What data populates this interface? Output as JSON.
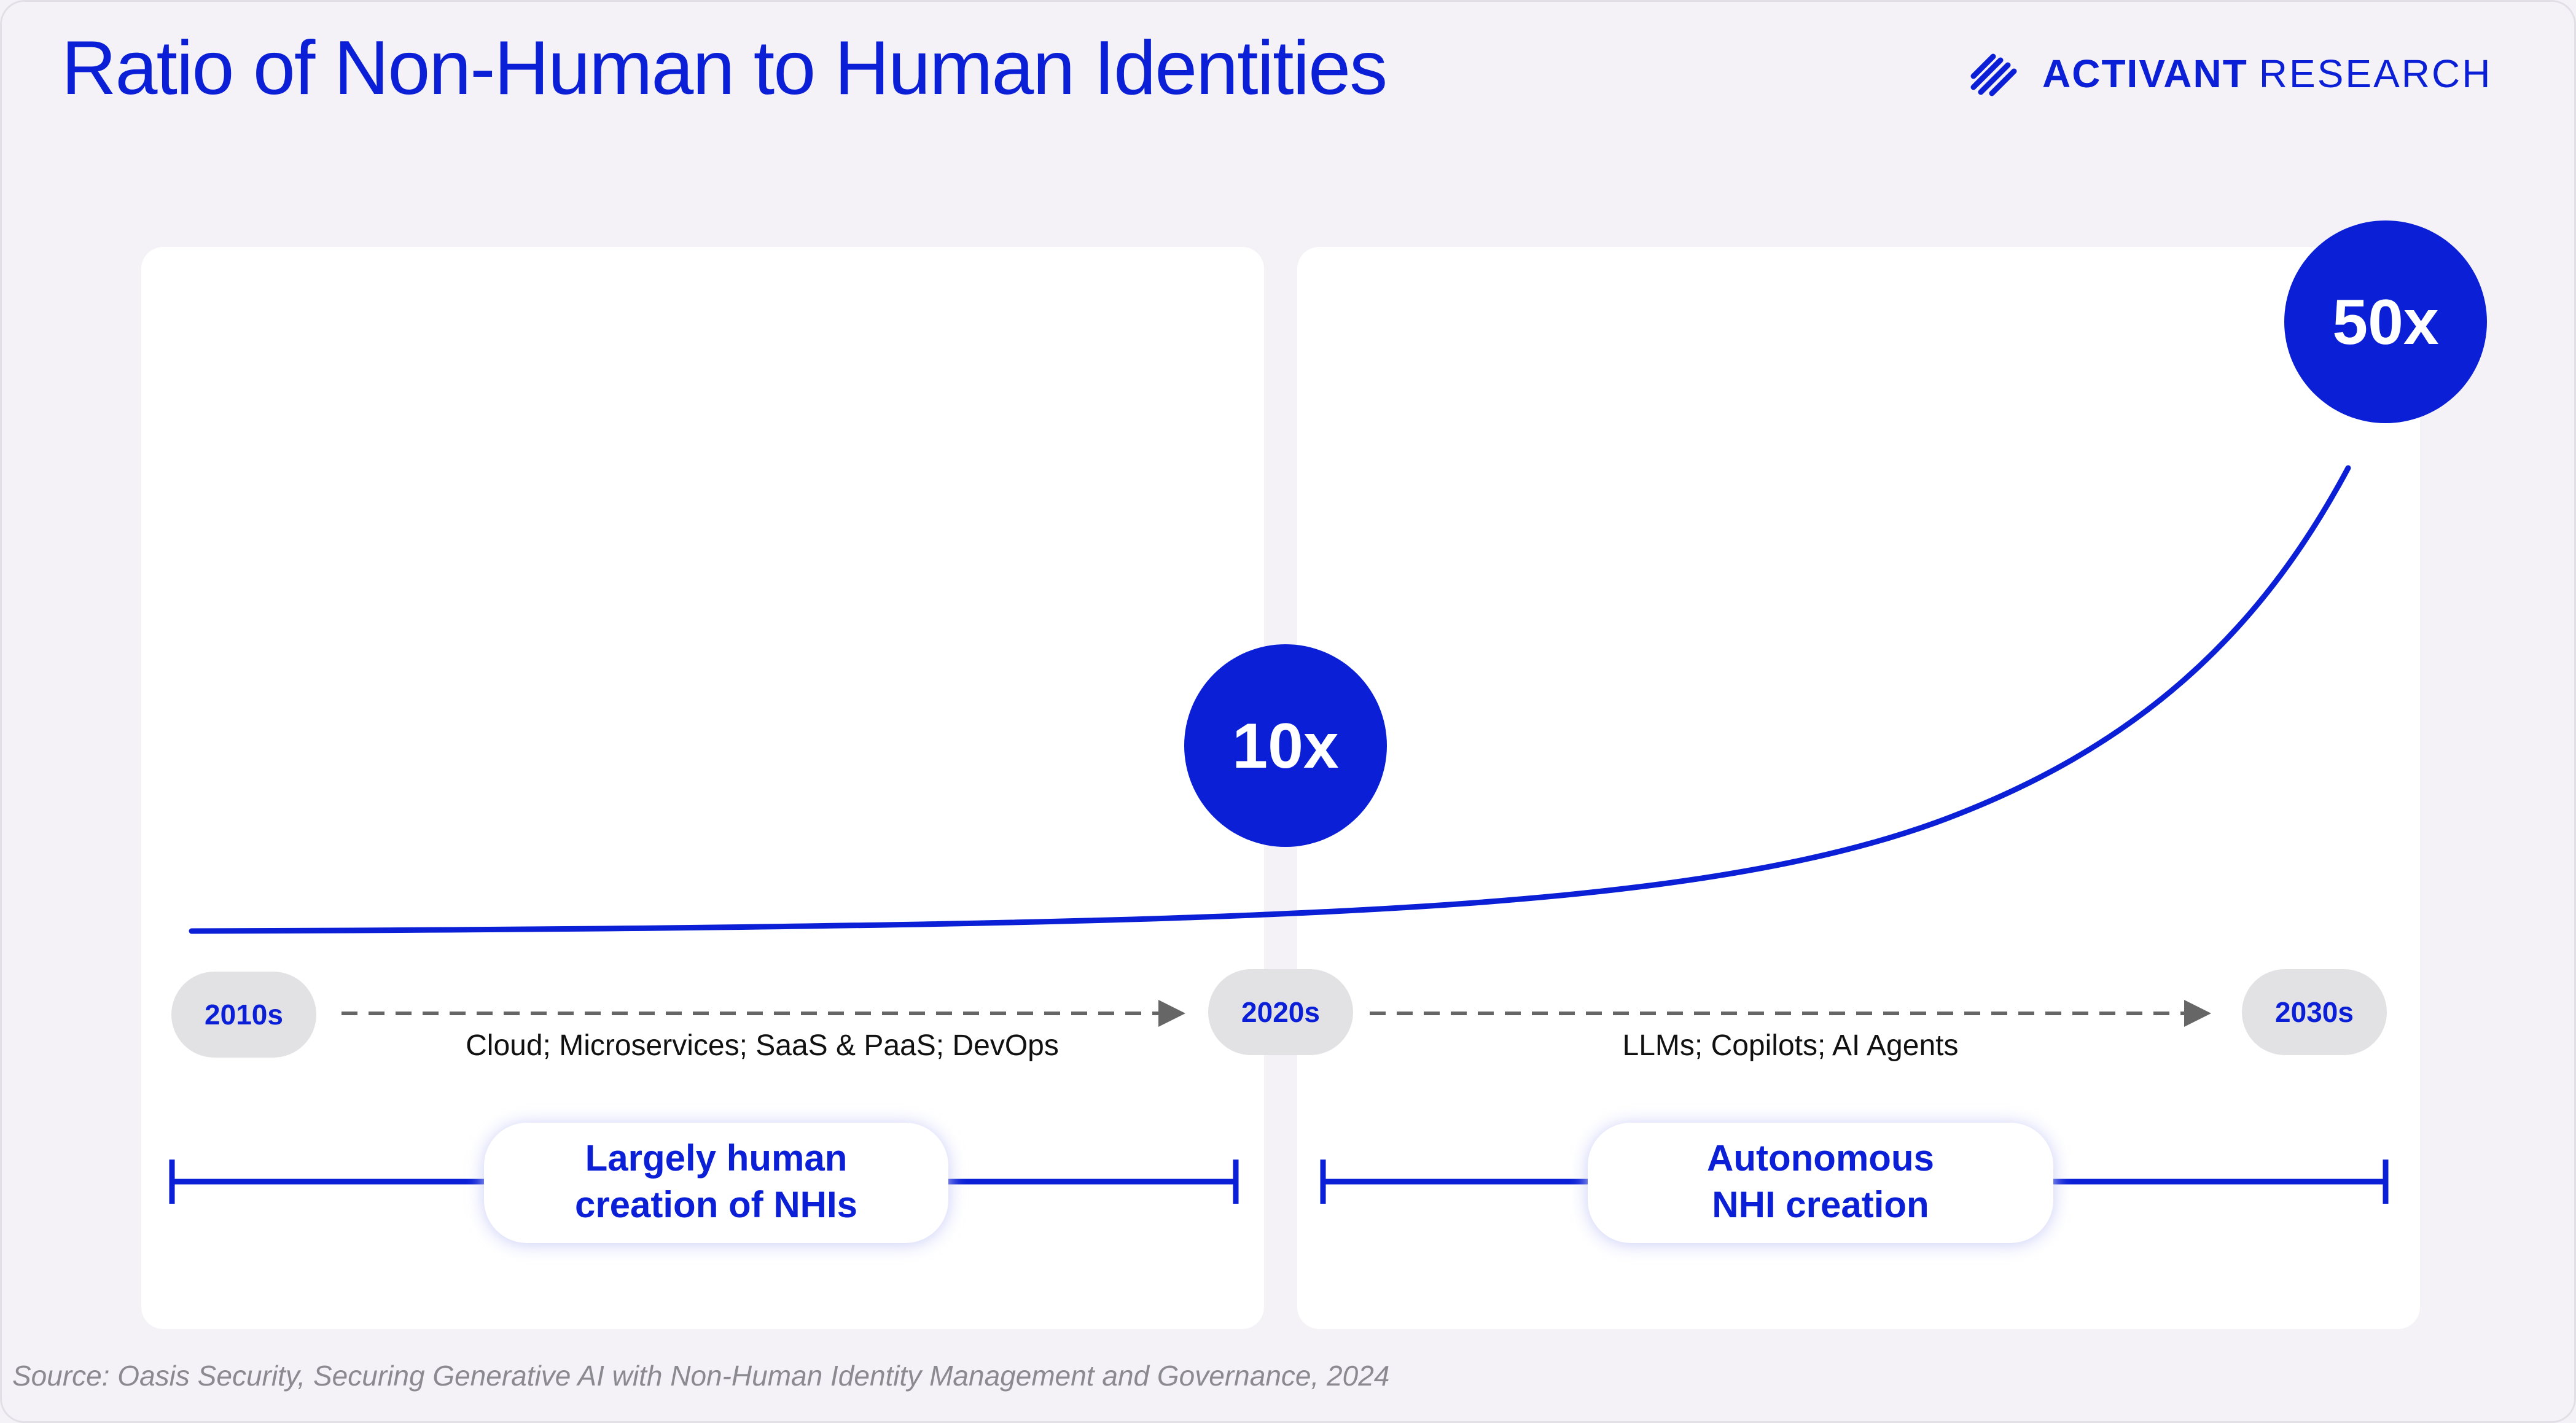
{
  "title": "Ratio of Non-Human to Human Identities",
  "brand": {
    "name_bold": "ACTIVANT",
    "name_light": "RESEARCH",
    "mark_icon": "activant-slash-logo-icon"
  },
  "source": "Source: Oasis Security, Securing Generative AI with Non-Human Identity Management and Governance, 2024",
  "colors": {
    "accent": "#0a1fd6",
    "pill_bg": "#e2e2e4",
    "arrow": "#666666",
    "background": "#f4f2f6",
    "panel": "#ffffff"
  },
  "chart_data": {
    "type": "line",
    "x": [
      "2010s",
      "2020s",
      "2030s"
    ],
    "series": [
      {
        "values": [
          1,
          10,
          50
        ]
      }
    ],
    "annotations": [
      {
        "label": "10x",
        "at": "2020s"
      },
      {
        "label": "50x",
        "at": "2030s"
      }
    ],
    "drivers": [
      {
        "from": "2010s",
        "to": "2020s",
        "label": "Cloud; Microservices; SaaS & PaaS; DevOps"
      },
      {
        "from": "2020s",
        "to": "2030s",
        "label": "LLMs; Copilots; AI Agents"
      }
    ],
    "phases": [
      {
        "lines": [
          "Largely human",
          "creation of NHIs"
        ]
      },
      {
        "lines": [
          "Autonomous",
          "NHI creation"
        ]
      }
    ],
    "grid": false,
    "legend": "none"
  }
}
